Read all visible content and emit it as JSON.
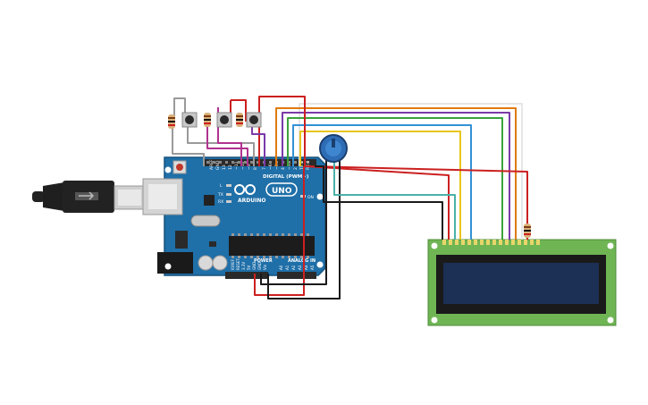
{
  "board": {
    "brand": "ARDUINO",
    "model": "UNO",
    "digital_label": "DIGITAL (PWM~)",
    "power_label": "POWER",
    "analog_label": "ANALOG IN",
    "aref": "AREF",
    "gnd": "GND",
    "on_label": "ON",
    "l_label": "L",
    "tx_label": "TX",
    "rx_label": "RX",
    "tx_pin": "TX 1",
    "rx_pin": "RX 0",
    "digital_pins": [
      "13",
      "12",
      "~11",
      "~10",
      "~9",
      "8",
      "7",
      "~6",
      "~5",
      "4",
      "~3",
      "2"
    ],
    "power_pins": [
      "IOREF",
      "RESET",
      "3.3V",
      "5V",
      "GND",
      "GND",
      "Vin"
    ],
    "analog_pins": [
      "A0",
      "A1",
      "A2",
      "A3",
      "A4",
      "A5"
    ]
  },
  "colors": {
    "board": "#1f6fa8",
    "board_dark": "#17527c",
    "lcd_pcb": "#6fb554",
    "lcd_screen": "#1c2f55",
    "wire_red": "#cc2020",
    "wire_black": "#1a1a1a",
    "wire_orange": "#e07a10",
    "wire_yellow": "#e8c51a",
    "wire_green": "#3aa33a",
    "wire_blue": "#3392d6",
    "wire_purple": "#7a3aa8",
    "wire_magenta": "#b0328f",
    "wire_gray": "#9a9a9a",
    "wire_white": "#e6e6e6",
    "wire_teal": "#4ab0a8"
  },
  "icons": {
    "usb": "usb-cable-icon",
    "potentiometer": "potentiometer-icon",
    "button": "pushbutton-icon",
    "resistor": "resistor-icon"
  }
}
